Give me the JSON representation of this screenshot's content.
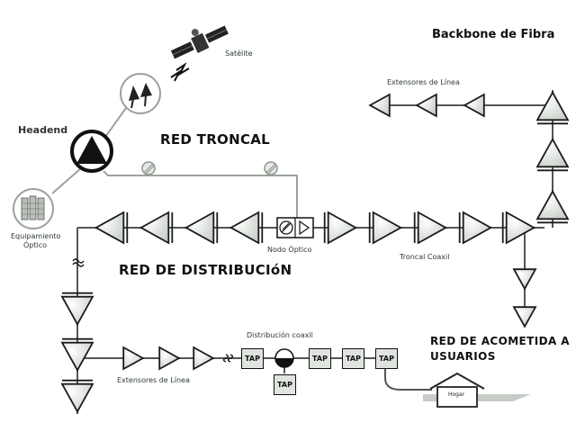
{
  "labels": {
    "title": "Backbone de Fibra",
    "headend": "Headend",
    "satellite": "Satélite",
    "equipment_line1": "Equipamiento",
    "equipment_line2": "Óptico",
    "red_troncal": "RED TRONCAL",
    "red_distribucion": "RED DE DISTRIBUCIóN",
    "nodo_optico": "Nodo Óptico",
    "troncal_coaxil": "Troncal Coaxil",
    "extensores_top": "Extensores de Línea",
    "extensores_bottom": "Extensores de Línea",
    "distribucion_coaxil": "Distribución coaxil",
    "acometida_line1": "RED DE ACOMETIDA A",
    "acometida_line2": "USUARIOS",
    "hogar": "Hogar",
    "tap": "TAP"
  },
  "icons": [
    "satellite-icon",
    "dish-antenna-icon",
    "headend-icon",
    "optical-equipment-icon",
    "optical-node-icon",
    "amplifier-icon",
    "tap-icon",
    "home-icon",
    "splitter-icon"
  ],
  "colors": {
    "line": "#9aa39a",
    "amp_fill": "#e6ebe6",
    "amp_stroke": "#1a1a1a",
    "tap_fill": "#dfe4df"
  }
}
